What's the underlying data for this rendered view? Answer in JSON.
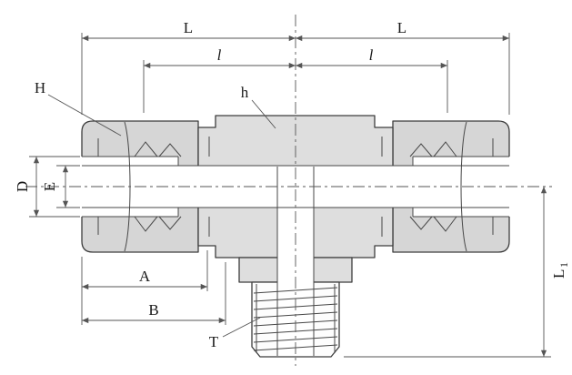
{
  "drawing": {
    "type": "engineering-dimension-drawing",
    "subject": "Male branch tee compression tube fitting, side elevation with dimension callouts",
    "background": "#ffffff",
    "colors": {
      "outline": "#3d3d3d",
      "dimension_lines": "#555555",
      "nut_fill": "#d6d6d6",
      "body_fill": "#dedede",
      "label_text": "#1a1a1a"
    },
    "labels": {
      "L_left": "L",
      "L_right": "L",
      "l_left": "l",
      "l_right": "l",
      "H": "H",
      "h": "h",
      "D": "D",
      "E": "E",
      "A": "A",
      "B": "B",
      "T": "T",
      "L1_main": "L",
      "L1_sub": "1"
    }
  }
}
